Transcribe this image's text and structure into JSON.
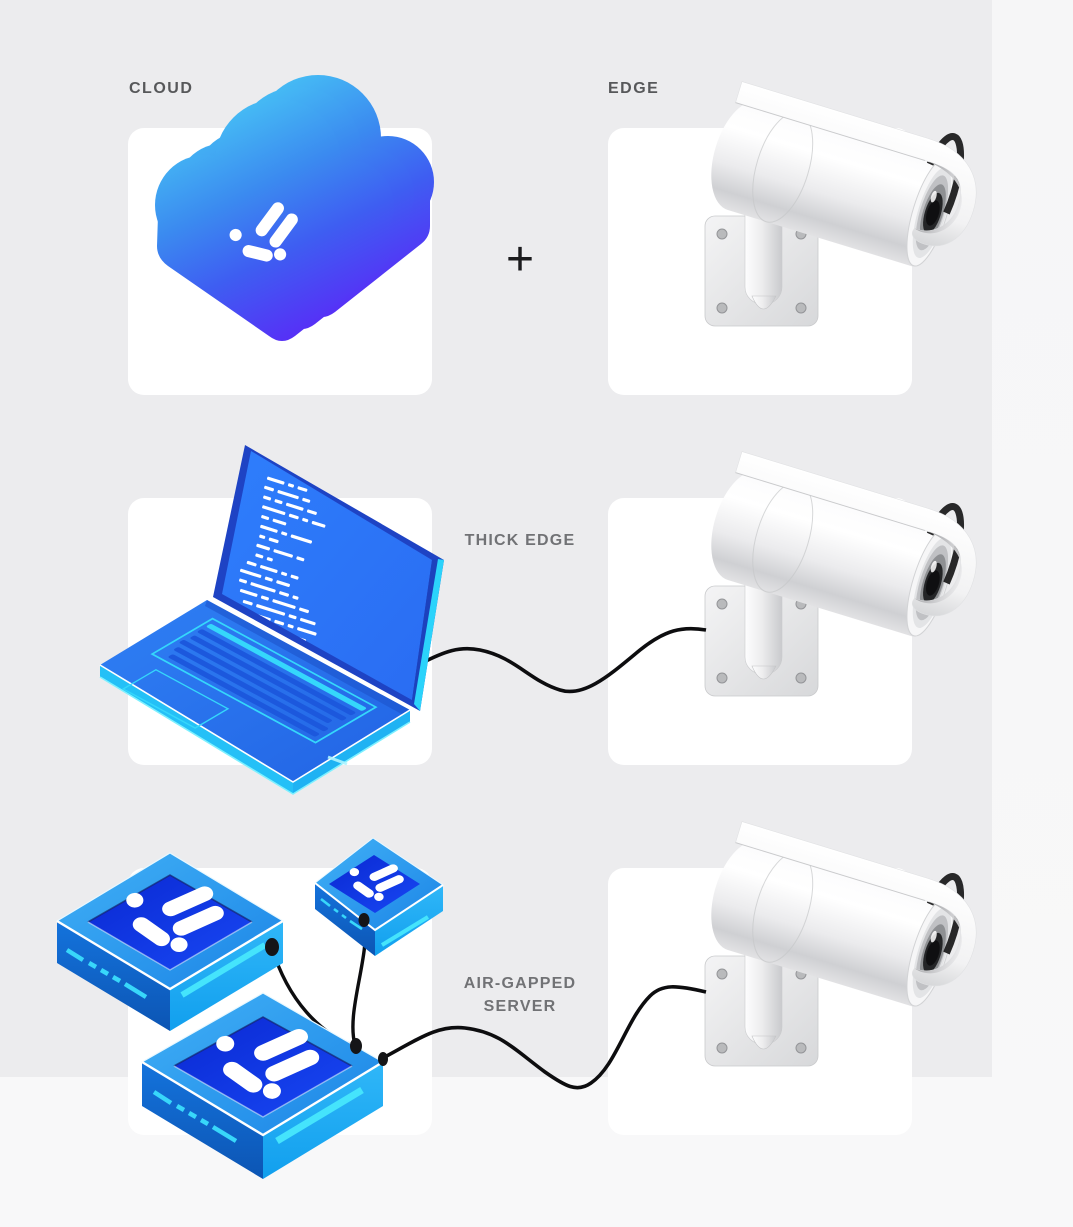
{
  "labels": {
    "cloud": "CLOUD",
    "edge": "EDGE",
    "thick_edge": "THICK EDGE",
    "air_gapped": "AIR-GAPPED SERVER",
    "plus": "+"
  },
  "rows": [
    {
      "left_label": "CLOUD",
      "right_label": "EDGE",
      "left_icon": "cloud-icon",
      "right_icon": "security-camera-icon",
      "connector": "plus"
    },
    {
      "label": "THICK EDGE",
      "left_icon": "laptop-icon",
      "right_icon": "security-camera-icon",
      "connector": "cable"
    },
    {
      "label": "AIR-GAPPED SERVER",
      "left_icon": "server-cluster-icon",
      "right_icon": "security-camera-icon",
      "connector": "cable"
    }
  ],
  "icons": {
    "cloud": "cloud-icon",
    "camera": "security-camera-icon",
    "laptop": "laptop-icon",
    "servers": "server-cluster-icon",
    "molecule": "molecule-logo-icon",
    "plus": "plus-connector-icon",
    "cable": "cable-connector"
  },
  "colors": {
    "background_panel": "#ececee",
    "page_background": "#f6f6f7",
    "card": "#ffffff",
    "label_dark": "#57585a",
    "label_muted": "#717275",
    "cloud_gradient_top": "#47c2f5",
    "cloud_gradient_bottom": "#5b27f7",
    "laptop_blue": "#2b79f2",
    "screen_blue": "#2d7bfb",
    "cyan_accent": "#2fd5fb",
    "server_top_blue": "#2496f0",
    "server_screen_blue": "#0b2fe0",
    "cable_black": "#0d0d0f"
  }
}
